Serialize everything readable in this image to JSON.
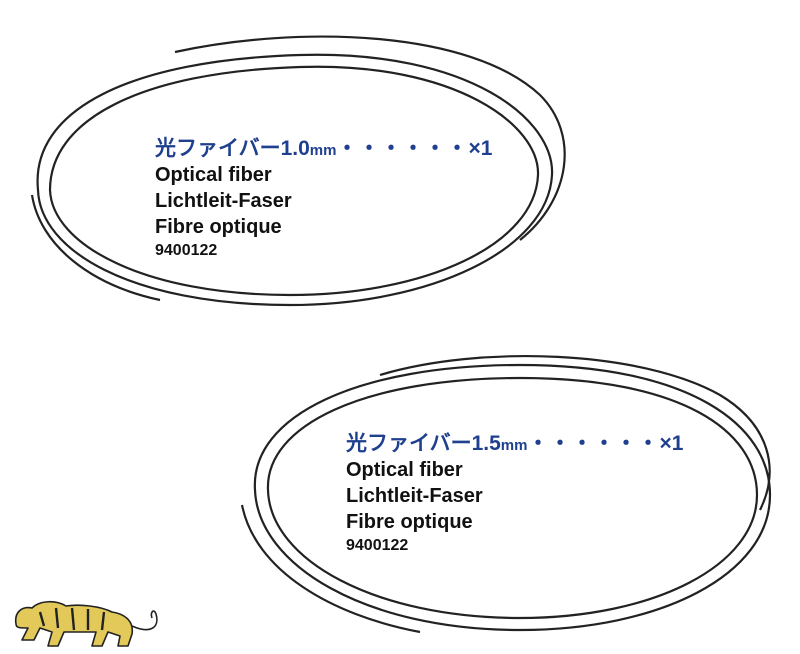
{
  "parts": [
    {
      "jp_name": "光ファイバー1.0",
      "unit": "mm",
      "dots": "・・・・・・",
      "qty": "×1",
      "name_en": "Optical fiber",
      "name_de": "Lichtleit-Faser",
      "name_fr": "Fibre optique",
      "part_number": "9400122"
    },
    {
      "jp_name": "光ファイバー1.5",
      "unit": "mm",
      "dots": "・・・・・・",
      "qty": "×1",
      "name_en": "Optical fiber",
      "name_de": "Lichtleit-Faser",
      "name_fr": "Fibre optique",
      "part_number": "9400122"
    }
  ],
  "colors": {
    "japanese_text": "#1f3f8f",
    "text": "#111111",
    "line": "#222222",
    "logo_fill": "#e2c95a"
  },
  "icons": [
    "fiber-coil-1-icon",
    "fiber-coil-2-icon",
    "tamiya-tiger-logo-icon"
  ]
}
